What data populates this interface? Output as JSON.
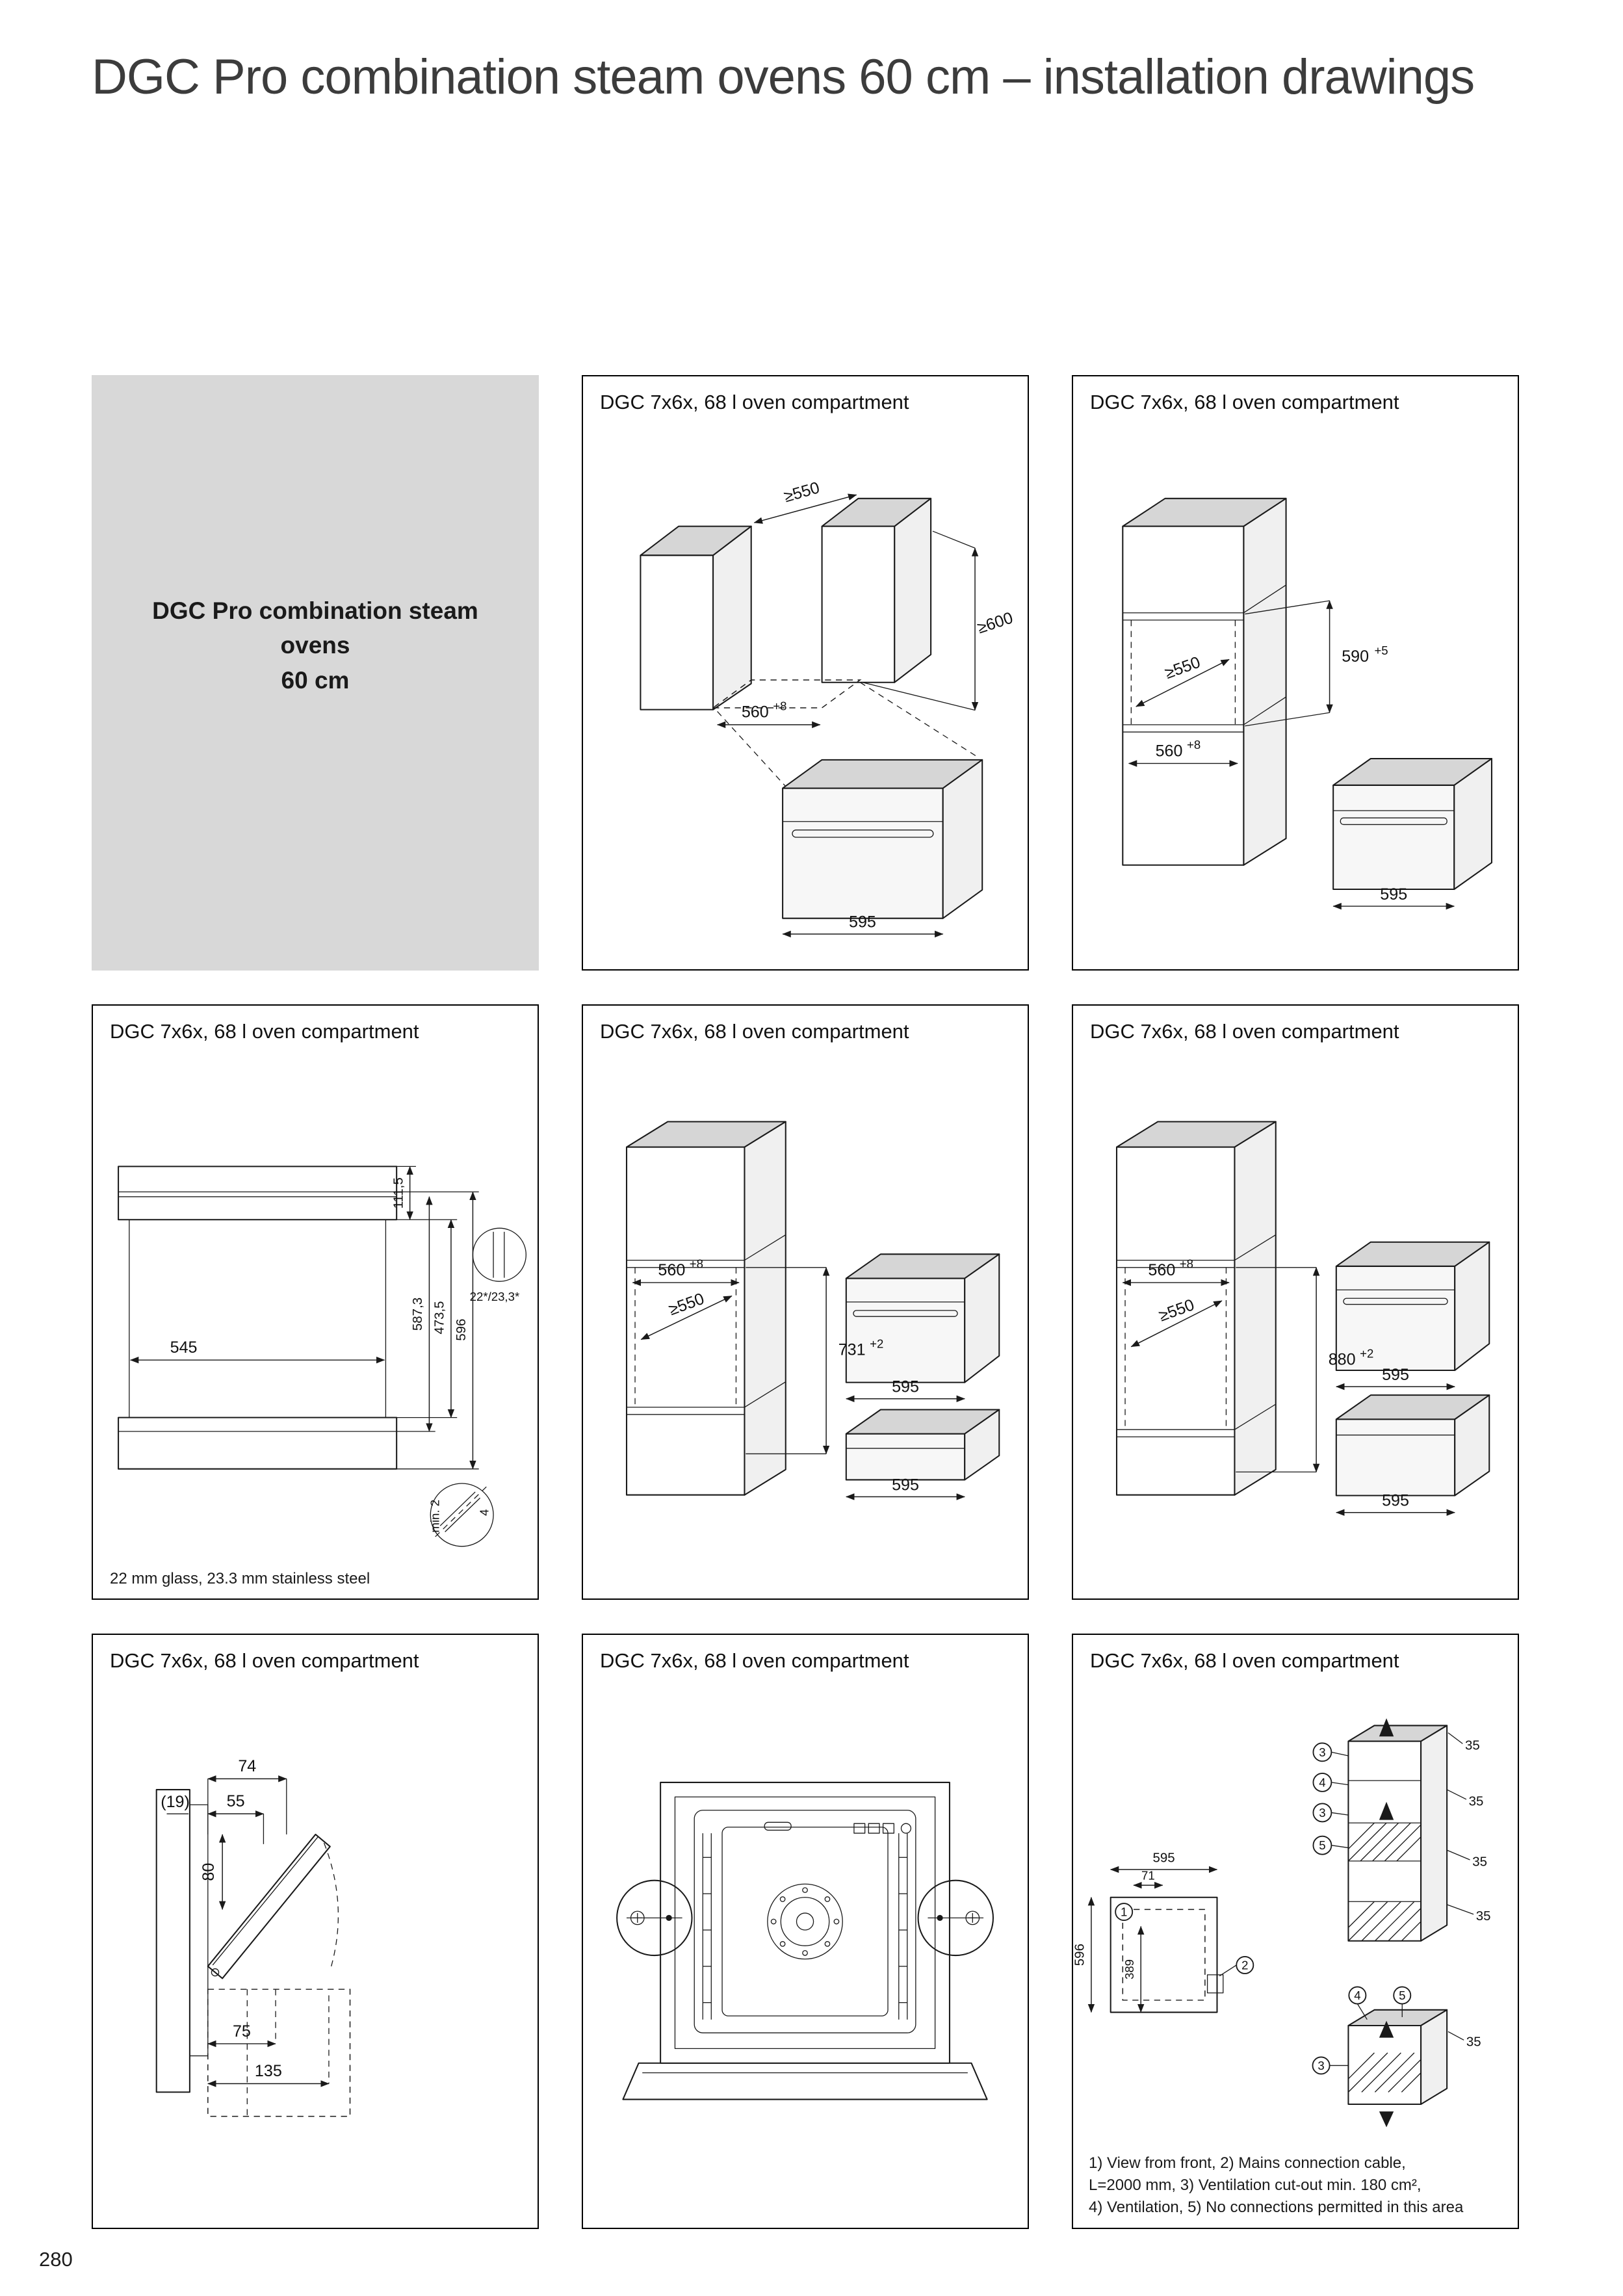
{
  "page": {
    "title": "DGC Pro combination steam ovens 60 cm – installation drawings",
    "page_number": "280"
  },
  "intro_box": {
    "line1": "DGC Pro combination steam",
    "line2": "ovens",
    "line3": "60 cm"
  },
  "panel_caption": "DGC 7x6x, 68 l oven compartment",
  "drawings": {
    "niche_exploded": {
      "depth_min": "≥550",
      "niche_width": "560",
      "niche_width_tol": "+8",
      "niche_height_min": "≥600",
      "oven_width": "595"
    },
    "tall_unit_590": {
      "depth_min": "≥550",
      "niche_height": "590",
      "niche_height_tol": "+5",
      "niche_width": "560",
      "niche_width_tol": "+8",
      "oven_width": "595"
    },
    "cross_section": {
      "top_offset": "111,5",
      "glass_to_bottom": "587,3",
      "niche_height": "473,5",
      "total_height": "596",
      "niche_width": "545",
      "panel_detail": "22*/23,3*",
      "gap_min": "min. 2",
      "gap_4": "4",
      "footnote": "22 mm glass, 23.3 mm stainless steel"
    },
    "tall_unit_731": {
      "niche_width": "560",
      "niche_width_tol": "+8",
      "depth_min": "≥550",
      "combo_height": "731",
      "combo_height_tol": "+2",
      "oven_width": "595",
      "drawer_width": "595"
    },
    "tall_unit_880": {
      "niche_width": "560",
      "niche_width_tol": "+8",
      "depth_min": "≥550",
      "combo_height": "880",
      "combo_height_tol": "+2",
      "oven_width": "595",
      "drawer_width": "595"
    },
    "side_view": {
      "dim_74": "74",
      "dim_19": "(19)",
      "dim_55": "55",
      "dim_80": "80",
      "dim_75": "75",
      "dim_135": "135"
    },
    "ventilation": {
      "dim_35": "35",
      "dim_595": "595",
      "dim_71": "71",
      "dim_596": "596",
      "dim_389": "389",
      "callout_1": "1",
      "callout_2": "2",
      "callout_3": "3",
      "callout_4": "4",
      "callout_5": "5",
      "footnote_line1": "1) View from front, 2) Mains connection cable,",
      "footnote_line2": "L=2000 mm, 3) Ventilation cut-out min. 180 cm²,",
      "footnote_line3": "4) Ventilation, 5) No connections permitted in this area"
    }
  }
}
